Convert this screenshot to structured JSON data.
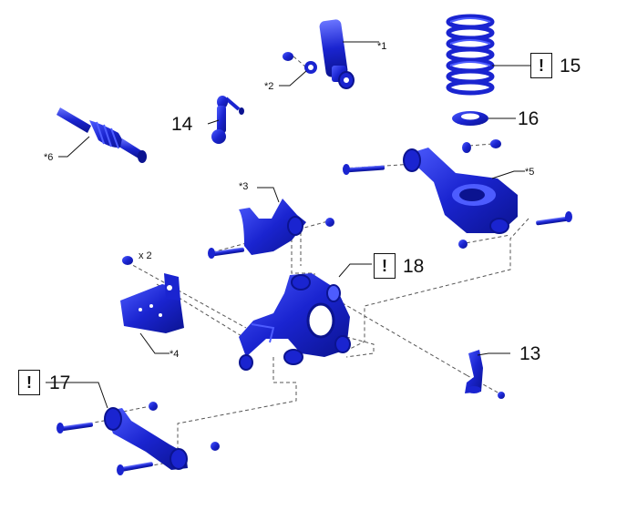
{
  "warning_symbol": "!",
  "part_colors": {
    "part": "#1a24d0",
    "shadow": "#0b1390",
    "highlight": "#4d5cff"
  },
  "parts": {
    "p13": "13",
    "p14": "14",
    "p15": "15",
    "p16": "16",
    "p17": "17",
    "p18": "18"
  },
  "refs": {
    "r1": "*1",
    "r2": "*2",
    "r3": "*3",
    "r4": "*4",
    "r5": "*5",
    "r6": "*6"
  },
  "quantity": "x 2"
}
